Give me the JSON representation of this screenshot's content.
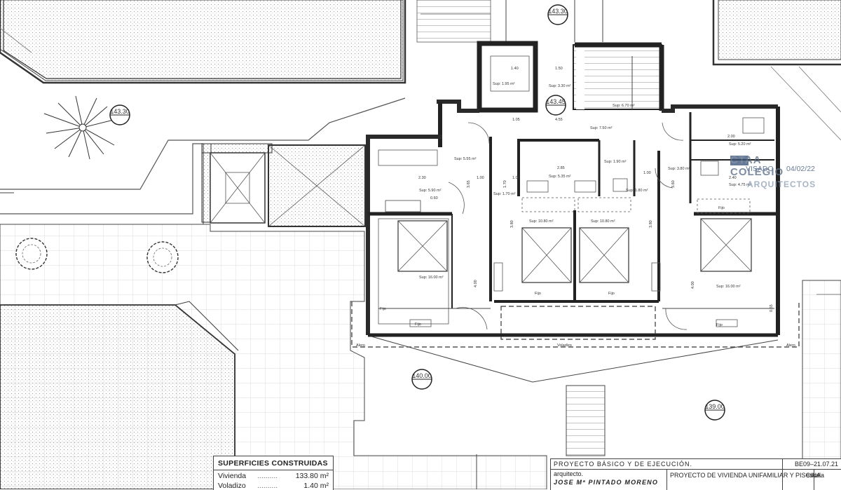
{
  "plan": {
    "levels": [
      "143.30",
      "143.30",
      "143.45",
      "140.00",
      "139.00"
    ],
    "rooms": {
      "sup_195": "Sup: 1.95 m²",
      "sup_330": "Sup: 3.30 m²",
      "sup_670": "Sup: 6.70 m²",
      "sup_750": "Sup: 7.50 m²",
      "sup_555": "Sup: 5.55 m²",
      "sup_590": "Sup: 5.90 m²",
      "sup_170": "Sup: 1.70 m²",
      "sup_535": "Sup: 5.35 m²",
      "sup_190": "Sup: 1.90 m²",
      "sup_180": "Sup: 1.80 m²",
      "sup_380": "Sup: 3.80 m²",
      "sup_520": "Sup: 5.20 m²",
      "sup_475": "Sup: 4.75 m²",
      "sup_1600a": "Sup: 16.00 m²",
      "sup_1080a": "Sup: 10.80 m²",
      "sup_1080b": "Sup: 10.80 m²",
      "sup_1600b": "Sup: 16.00 m²"
    },
    "dims": {
      "d140": "1.40",
      "d150": "1.50",
      "d105": "1.05",
      "d455": "4.55",
      "d200": "2.00",
      "d230": "2.30",
      "d365": "3.65",
      "d100a": "1.00",
      "d170": "1.70",
      "d285": "2.85",
      "d100b": "1.00",
      "d100c": "1.00",
      "d360": "3.60",
      "d240": "2.40",
      "d060": "0.60",
      "d380a": "3.80",
      "d380b": "3.80",
      "d400a": "4.00",
      "d400b": "4.00",
      "d065": "0.65"
    },
    "words": {
      "fijo1": "Fijo",
      "fijo2": "Fijo",
      "fijo3": "Fijo",
      "fijo4": "Fijo",
      "fijo5": "Fijo",
      "fijo6": "Fijo",
      "alero1": "Alero",
      "alero2": "Alero",
      "voladizo": "Voladizo"
    }
  },
  "stamp": {
    "org": "CTAA COLEGIO",
    "visado": "VISADO",
    "date": "04/02/22",
    "arquitectos": "ARQUITECTOS"
  },
  "areas": {
    "title": "SUPERFICIES CONSTRUIDAS",
    "rows": [
      {
        "label": "Vivienda",
        "dots": "..........",
        "value": "133.80 m²"
      },
      {
        "label": "Voladizo",
        "dots": "..........",
        "value": "1.40 m²"
      }
    ]
  },
  "title_block": {
    "project": "PROYECTO BÁSICO Y DE EJECUCIÓN.",
    "code": "BE09–21.07.21",
    "architect_label": "arquitecto.",
    "architect": "JOSE Mª PINTADO MORENO",
    "description": "PROYECTO DE VIVIENDA UNIFAMILIAR Y PISCINA.",
    "scale_label": "escala"
  }
}
